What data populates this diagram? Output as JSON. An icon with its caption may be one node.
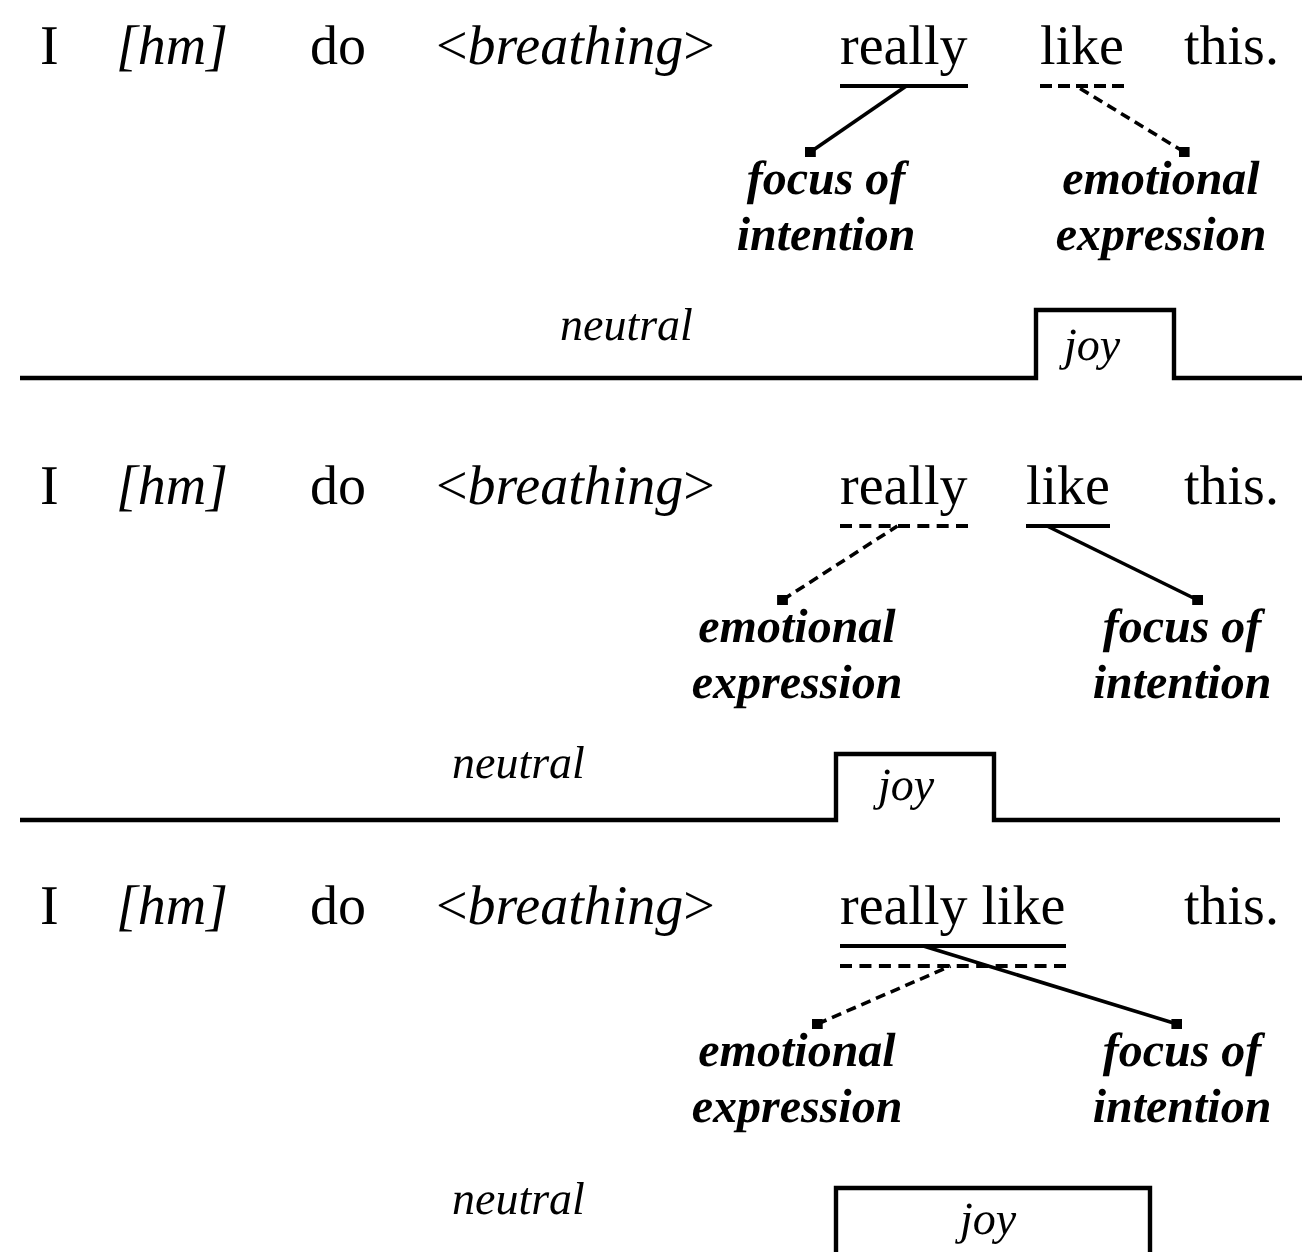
{
  "diagram": {
    "nodes": [
      {
        "text": [
          "really"
        ]
      },
      {
        "text": [
          "like"
        ]
      },
      {
        "text": [
          "focus of intention"
        ]
      },
      {
        "text": [
          "emotional expression"
        ]
      },
      {
        "text": [
          "really"
        ]
      },
      {
        "text": [
          "like"
        ]
      },
      {
        "text": [
          "emotional expression"
        ]
      },
      {
        "text": [
          "focus of intention"
        ]
      },
      {
        "text": [
          "really like"
        ]
      },
      {
        "text": [
          "emotional expression"
        ]
      },
      {
        "text": [
          "focus of intention"
        ]
      }
    ],
    "edges": [
      {
        "from": 2,
        "to": 0,
        "arrow": "other"
      },
      {
        "from": 3,
        "to": 1,
        "arrow": "other",
        "style": "dashed"
      },
      {
        "from": 6,
        "to": 4,
        "arrow": "other",
        "style": "dashed"
      },
      {
        "from": 7,
        "to": 5,
        "arrow": "other"
      },
      {
        "from": 10,
        "to": 8,
        "arrow": "other"
      },
      {
        "from": 9,
        "to": 8,
        "arrow": "other",
        "style": "dashed"
      }
    ],
    "labels": [
      "I",
      "*[hm]*",
      "do",
      "<*breathing*>",
      "this.",
      "neutral",
      "joy",
      "I",
      "*[hm]*",
      "do",
      "<*breathing*>",
      "this.",
      "neutral",
      "joy",
      "I",
      "*[hm]*",
      "do",
      "<*breathing*>",
      "this.",
      "neutral",
      "joy"
    ]
  }
}
